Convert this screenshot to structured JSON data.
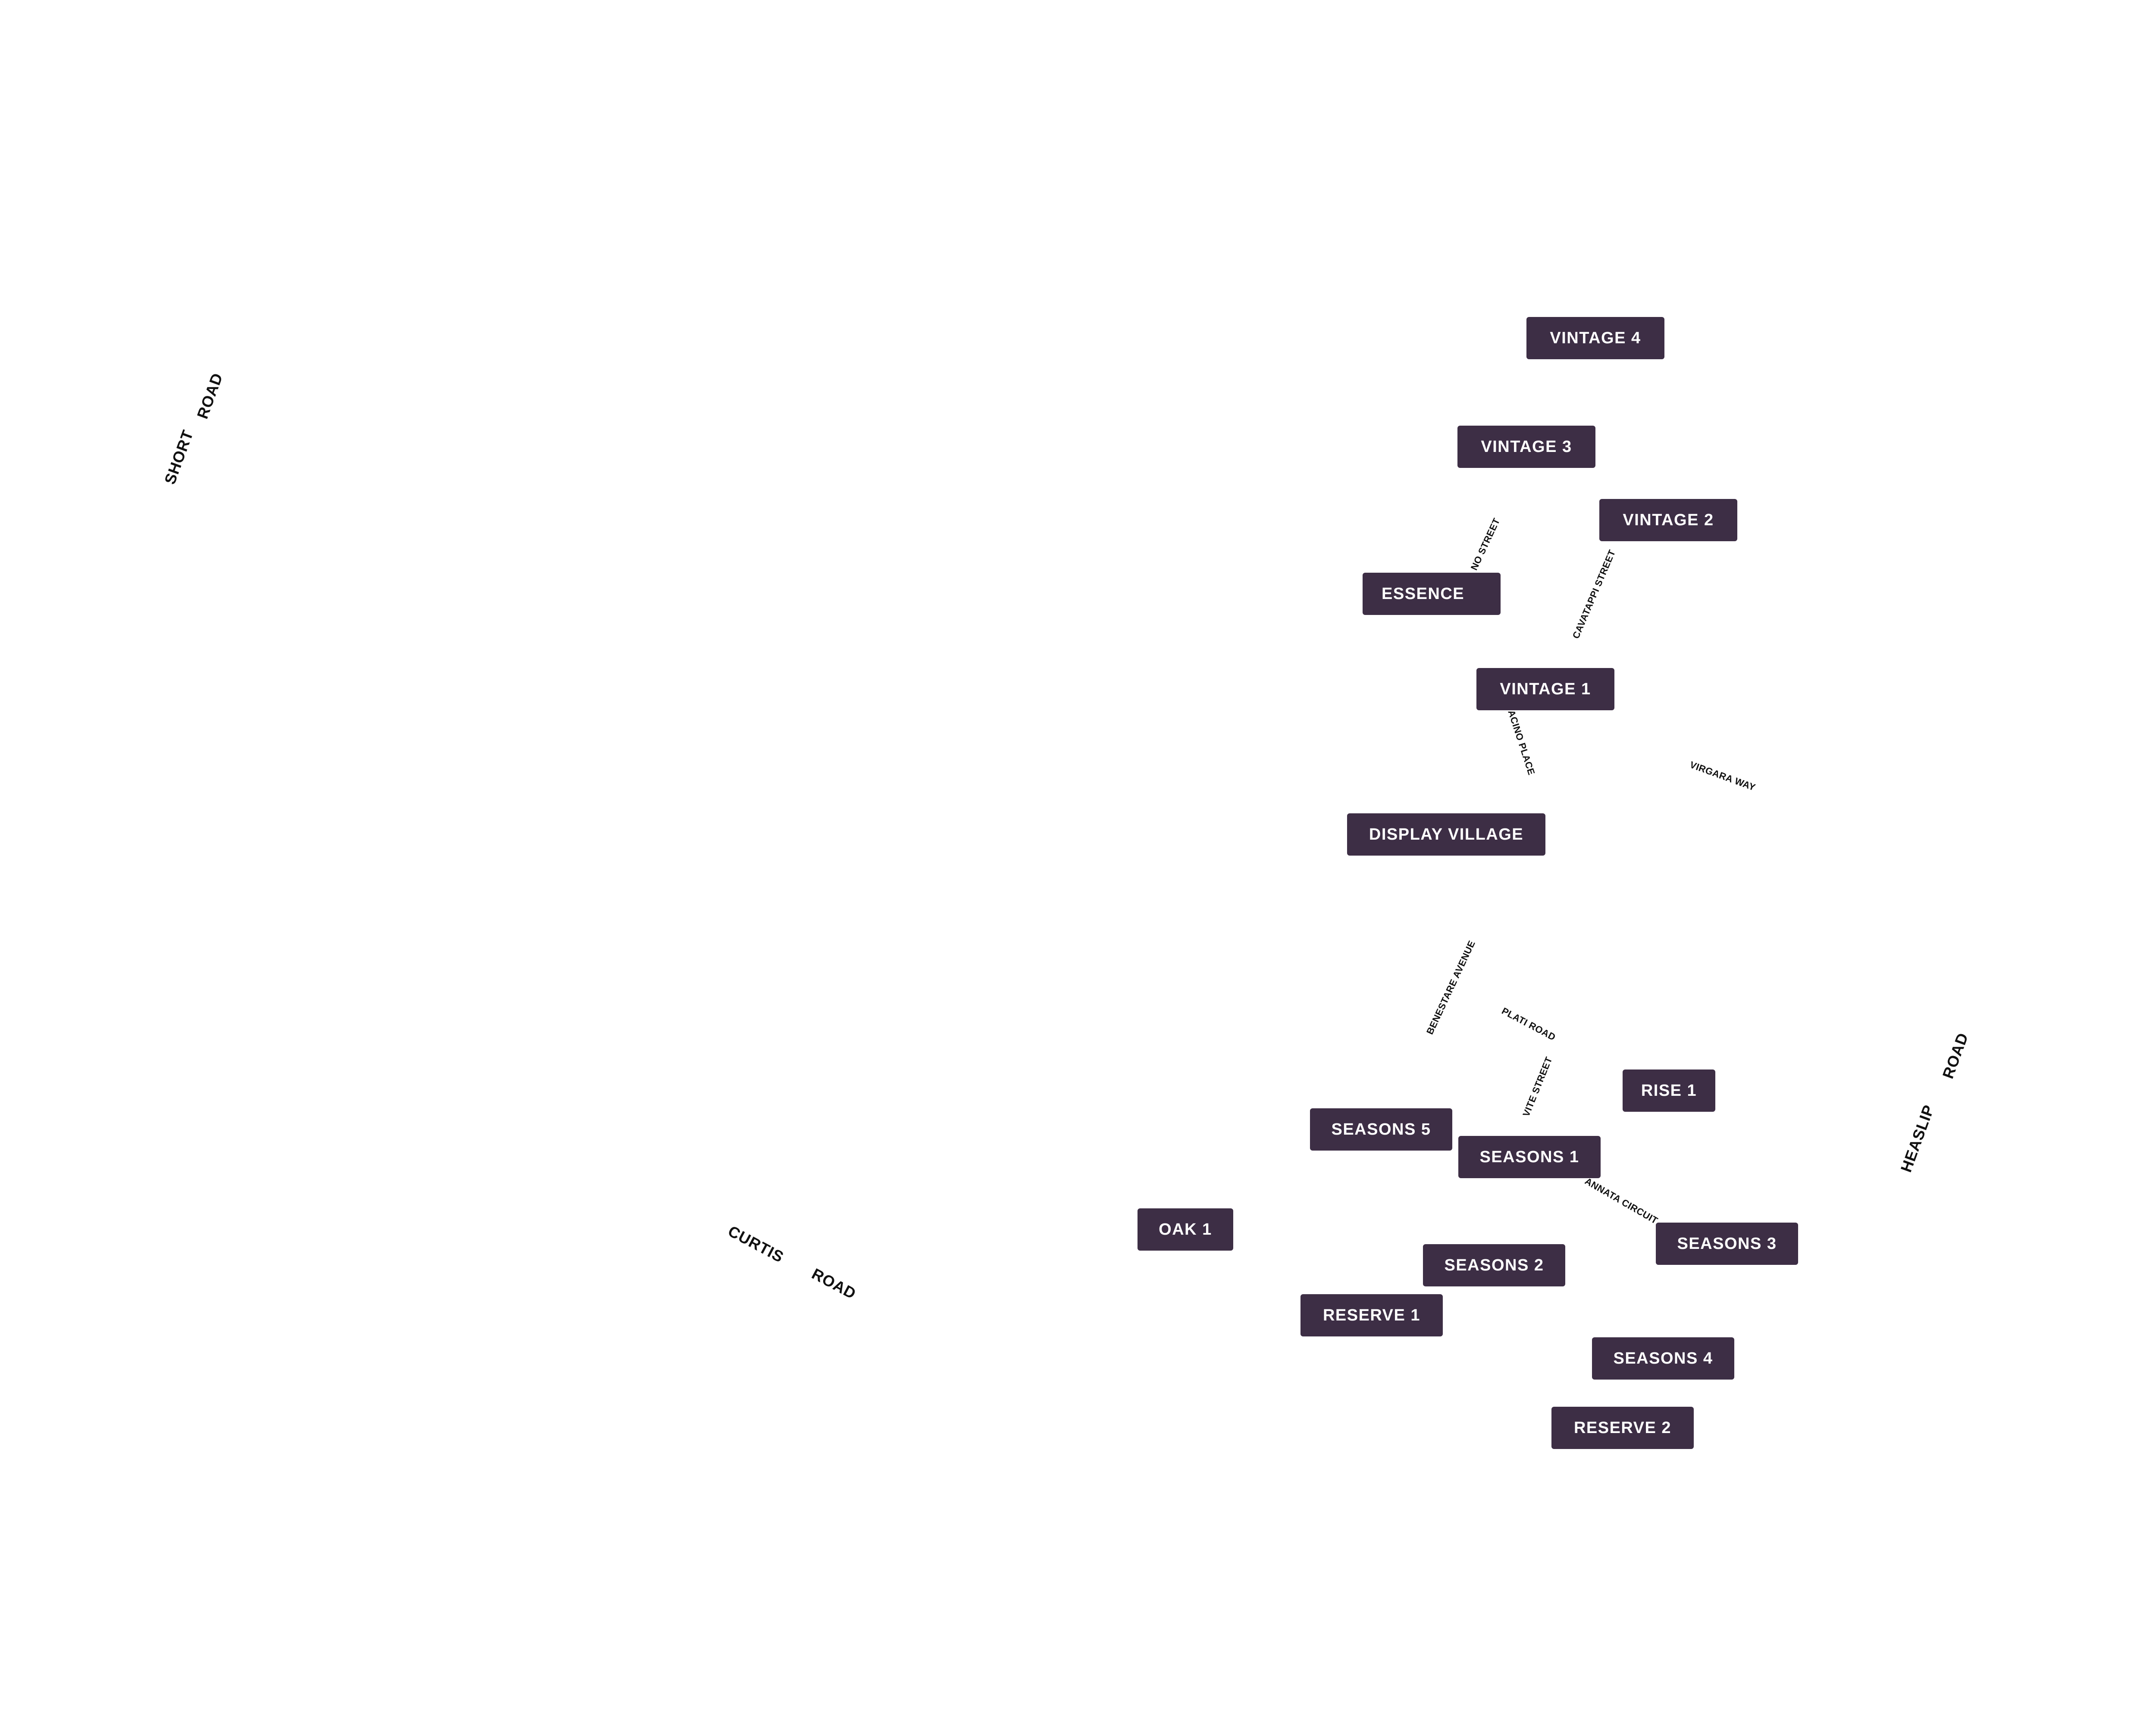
{
  "colors": {
    "background": "#ffffff",
    "stage_box": "#3d2e45",
    "stage_text": "#ffffff",
    "road_text": "#111111"
  },
  "stages": {
    "vintage_4": "VINTAGE 4",
    "vintage_3": "VINTAGE 3",
    "vintage_2": "VINTAGE 2",
    "essence": "ESSENCE",
    "vintage_1": "VINTAGE 1",
    "display_village": "DISPLAY VILLAGE",
    "rise_1": "RISE 1",
    "seasons_5": "SEASONS 5",
    "seasons_1": "SEASONS 1",
    "oak_1": "OAK 1",
    "seasons_3": "SEASONS 3",
    "seasons_2": "SEASONS 2",
    "reserve_1": "RESERVE 1",
    "seasons_4": "SEASONS 4",
    "reserve_2": "RESERVE 2"
  },
  "roads": {
    "short_part": "SHORT",
    "short_road_part": "ROAD",
    "curtis_part": "CURTIS",
    "curtis_road_part": "ROAD",
    "heaslip_part": "HEASLIP",
    "heaslip_road_part": "ROAD",
    "acino_street": "NO STREET",
    "cavatappi_street": "CAVATAPPI STREET",
    "acino_place": "ACINO PLACE",
    "virgara_way": "VIRGARA WAY",
    "benestare_avenue": "BENESTARE AVENUE",
    "plati_road": "PLATI ROAD",
    "vite_street": "VITE STREET",
    "annata_circuit": "ANNATA CIRCUIT"
  }
}
